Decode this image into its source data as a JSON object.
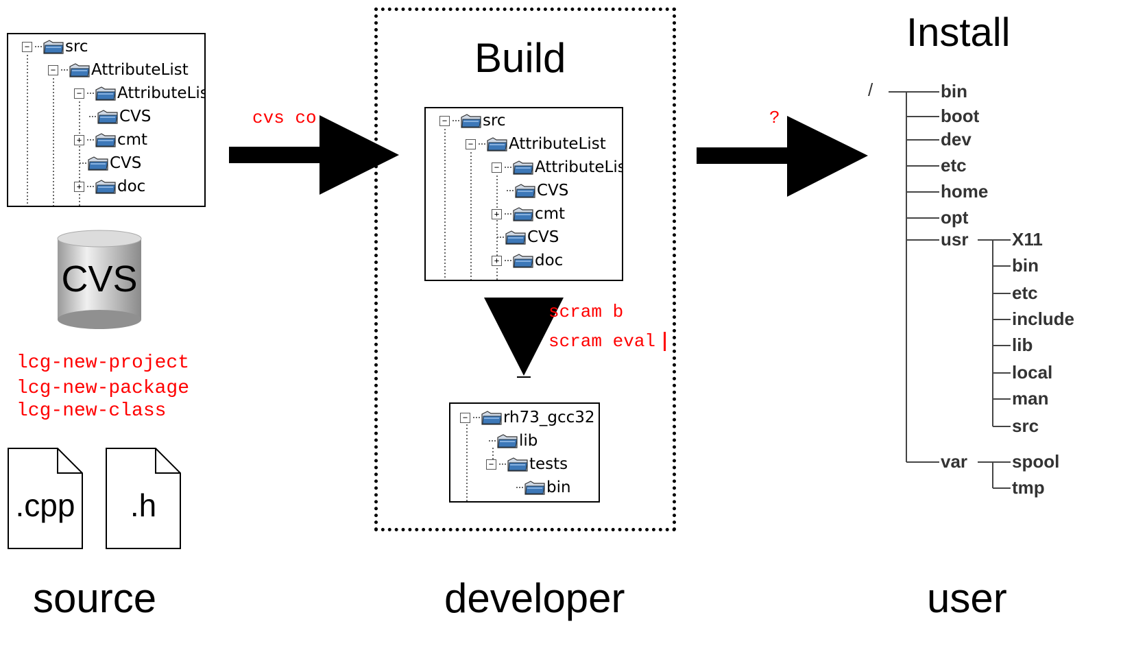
{
  "source_tree": [
    {
      "label": "src",
      "expander": "minus"
    },
    {
      "label": "AttributeList",
      "expander": "minus"
    },
    {
      "label": "AttributeList",
      "expander": "minus"
    },
    {
      "label": "CVS",
      "expander": "none"
    },
    {
      "label": "cmt",
      "expander": "plus"
    },
    {
      "label": "CVS",
      "expander": "none"
    },
    {
      "label": "doc",
      "expander": "plus"
    }
  ],
  "cvs_db_label": "CVS",
  "lcg_commands": [
    "lcg-new-project",
    "lcg-new-package",
    "lcg-new-class"
  ],
  "files": [
    ".cpp",
    ".h"
  ],
  "cvs_co": "cvs co",
  "build_title": "Build",
  "build_tree": [
    {
      "label": "src",
      "expander": "minus"
    },
    {
      "label": "AttributeList",
      "expander": "minus"
    },
    {
      "label": "AttributeList",
      "expander": "minus"
    },
    {
      "label": "CVS",
      "expander": "none"
    },
    {
      "label": "cmt",
      "expander": "plus"
    },
    {
      "label": "CVS",
      "expander": "none"
    },
    {
      "label": "doc",
      "expander": "plus"
    }
  ],
  "scram_commands": [
    "scram b",
    "scram eval"
  ],
  "output_tree": [
    {
      "label": "rh73_gcc32",
      "expander": "minus"
    },
    {
      "label": "lib",
      "expander": "none"
    },
    {
      "label": "tests",
      "expander": "minus"
    },
    {
      "label": "bin",
      "expander": "none"
    }
  ],
  "question_mark": "?",
  "install_title": "Install",
  "install_root": "/",
  "install_dirs": [
    "bin",
    "boot",
    "dev",
    "etc",
    "home",
    "opt",
    "usr",
    "var"
  ],
  "usr_dirs": [
    "X11",
    "bin",
    "etc",
    "include",
    "lib",
    "local",
    "man",
    "src"
  ],
  "var_dirs": [
    "spool",
    "tmp"
  ],
  "footer": {
    "source": "source",
    "developer": "developer",
    "user": "user"
  },
  "colors": {
    "command_text": "#ff0000",
    "folder_blue": "#3d78b8"
  }
}
